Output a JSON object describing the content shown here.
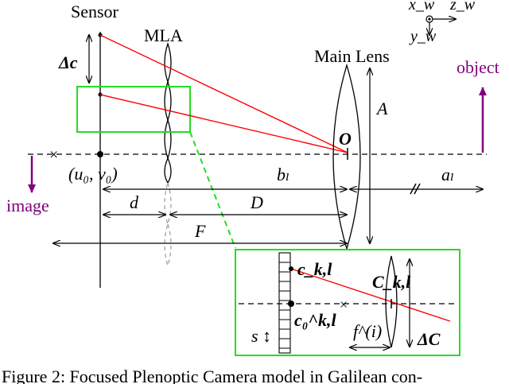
{
  "labels": {
    "sensor": "Sensor",
    "mla": "MLA",
    "main_lens": "Main Lens",
    "object": "object",
    "image": "image",
    "delta_c": "Δc",
    "aperture": "A",
    "center_o": "O",
    "principal_point": "(u₀, v₀)",
    "b_l": "bₗ",
    "a_l": "aₗ",
    "d": "d",
    "D": "D",
    "F": "F",
    "x_w": "x_w",
    "z_w": "z_w",
    "y_w": "y_w"
  },
  "inset": {
    "c_kl": "c_k,l",
    "c0_kl": "c₀^k,l",
    "C_kl": "C_k,l",
    "f_i": "f^(i)",
    "delta_C": "ΔC",
    "s": "s ↕"
  },
  "caption": "Figure 2: Focused Plenoptic Camera model in Galilean con-",
  "colors": {
    "ray": "#ff0000",
    "highlight": "#22dd22",
    "annotation": "#800080",
    "ghost": "#999999"
  }
}
